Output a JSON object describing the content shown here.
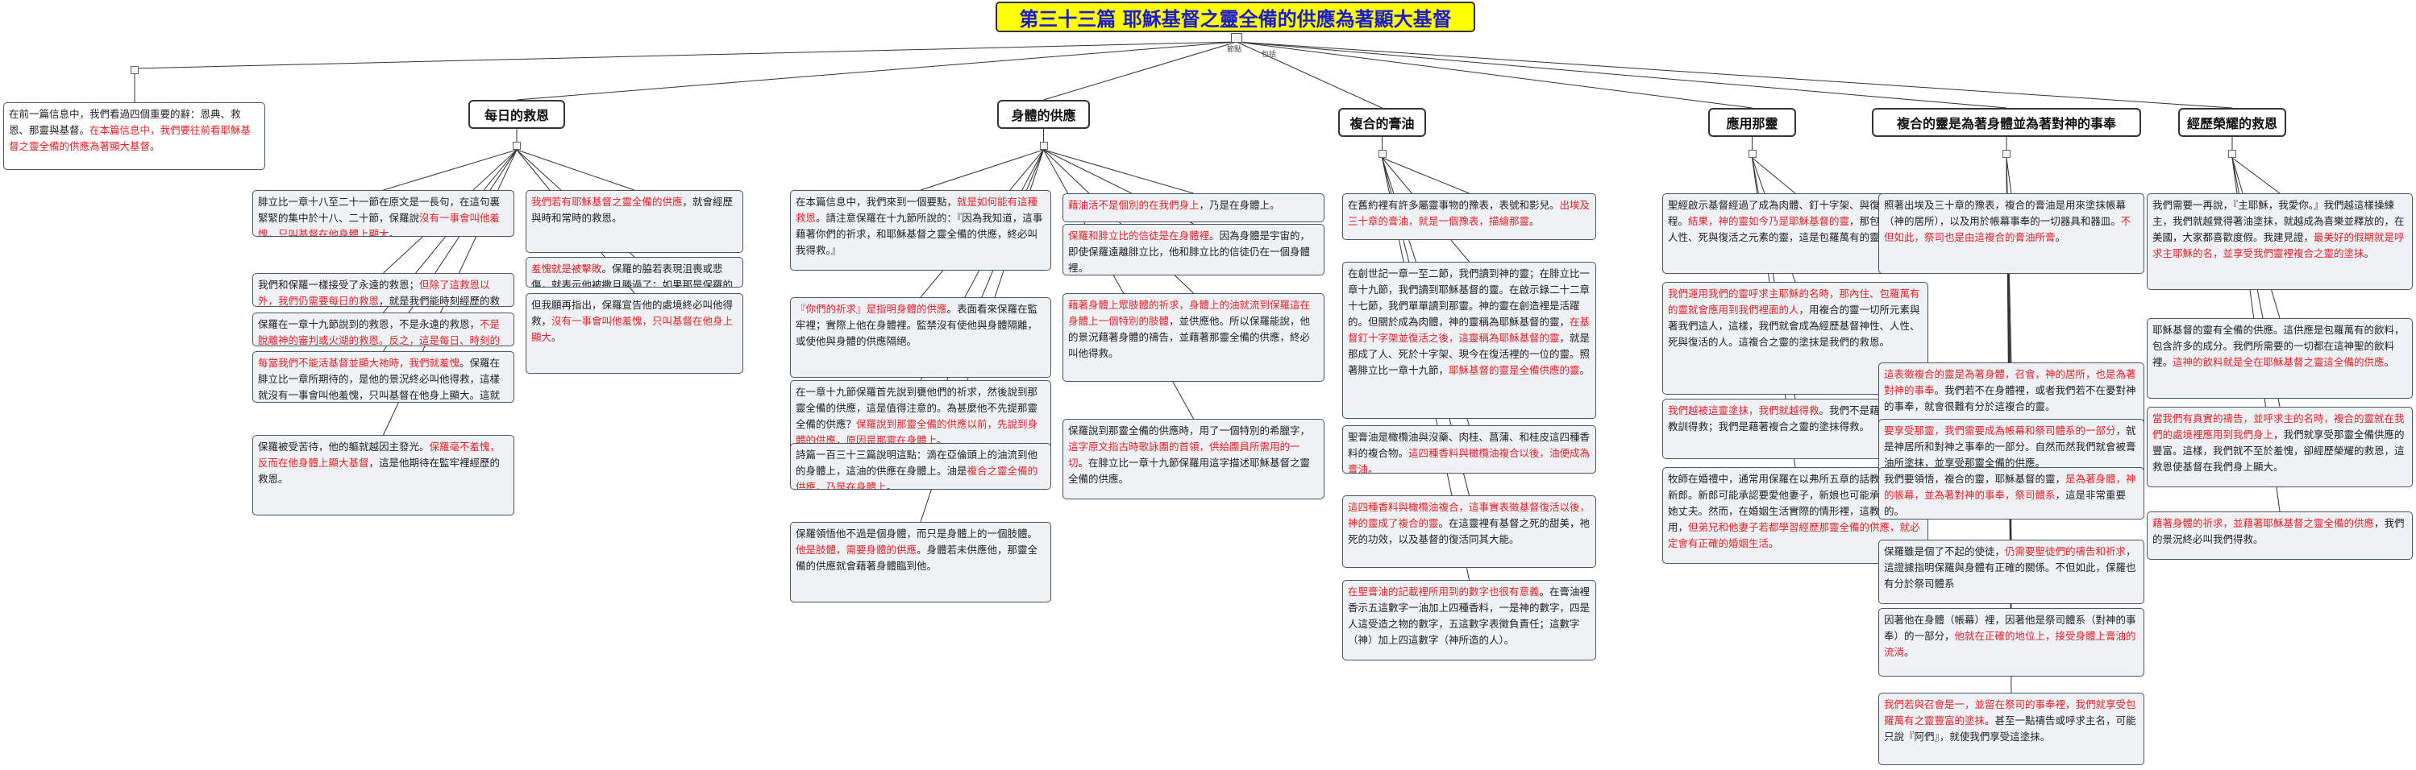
{
  "title": "第三十三篇 耶穌基督之靈全備的供應為著顯大基督",
  "hub_label": "節點",
  "hub_label_2": "包括",
  "colors": {
    "root_fill": "#ffff00",
    "root_text": "#1b1bd0",
    "highlight": "#e0232a",
    "node_fill": "#eef2f5"
  },
  "intro": {
    "segments": [
      {
        "t": "在前一篇信息中，我們看過四個重要的辭：恩典、救恩、那靈與基督。"
      },
      {
        "t": "在本篇信息中，我們要往前看耶穌基督之靈全備的供應為著顯大基督",
        "c": "red"
      },
      {
        "t": "。"
      }
    ]
  },
  "topics": [
    {
      "label": "每日的救恩",
      "notes": [
        [
          {
            "t": "腓立比一章十八至二十一節在原文是一長句，在這句裏緊緊的集中於十八、二十節，保羅說"
          },
          {
            "t": "沒有一事會叫他羞愧，只叫基督在他身體上顯大",
            "c": "red"
          },
          {
            "t": "。"
          }
        ],
        [
          {
            "t": "我們和保羅一樣接受了永遠的救恩；"
          },
          {
            "t": "但除了這救恩以外，我們仍需要每日的救恩",
            "c": "red"
          },
          {
            "t": "，就是我們能時刻經歷的救恩。"
          }
        ],
        [
          {
            "t": "保羅在一章十九節說到的救恩，不是永遠的救恩，"
          },
          {
            "t": "不是脫離神的審判或火湖的救恩。反之，這是每日、時刻的救恩",
            "c": "red"
          },
          {
            "t": "，能時刻經歷的救恩。"
          }
        ],
        [
          {
            "t": "每當我們不能活基督並顯大祂時，我們就羞愧",
            "c": "red"
          },
          {
            "t": "。保羅在腓立比一章所期待的，是他的景況終必叫他得救，這樣就沒有一事會叫他羞愧，只叫基督在他身上顯大。這就是保羅的救恩。"
          }
        ],
        [
          {
            "t": "保羅被受苦待，他的軀就越因主發光。"
          },
          {
            "t": "保羅毫不羞愧，反而在他身體上顯大基督",
            "c": "red"
          },
          {
            "t": "，這是他期待在監牢裡經歷的救恩。"
          }
        ],
        [
          {
            "t": "我們若有耶穌基督之靈全備的供應",
            "c": "red"
          },
          {
            "t": "，就會經歷與時和常時的救恩。"
          }
        ],
        [
          {
            "t": "羞愧就是被擊敗",
            "c": "red"
          },
          {
            "t": "。保羅的脇若表現沮喪或悲傷，就表示他被撒旦勝過了；如果那是保羅的光景，他就會羞愧。"
          }
        ],
        [
          {
            "t": "但我願再指出，保羅宣告他的處境終必叫他得救，"
          },
          {
            "t": "沒有一事會叫他羞愧，只叫基督在他身上顯大",
            "c": "red"
          },
          {
            "t": "。"
          }
        ]
      ]
    },
    {
      "label": "身體的供應",
      "notes": [
        [
          {
            "t": "在本篇信息中，我們來到一個要點，"
          },
          {
            "t": "就是如何能有這種救恩",
            "c": "red"
          },
          {
            "t": "。請注意保羅在十九節所說的：『因為我知道，這事藉著你們的祈求，和耶穌基督之靈全備的供應，終必叫我得救。』"
          }
        ],
        [
          {
            "t": "『你們的祈求』是指明身體的供應",
            "c": "red"
          },
          {
            "t": "。表面看來保羅在監牢裡；實際上他在身體裡。監禁沒有使他與身體隔離，或使他與身體的供應隔絕。"
          }
        ],
        [
          {
            "t": "在一章十九節保羅首先說到甕他們的祈求，然後說到那靈全備的供應，這是值得注意的。為甚麼他不先提那靈全備的供應？"
          },
          {
            "t": "保羅說到那靈全備的供應以前，先說到身體的供應，原因是那靈在身體上",
            "c": "red"
          },
          {
            "t": "。"
          }
        ],
        [
          {
            "t": "詩篇一百三十三篇說明這點：滴在亞倫頭上的油流到他的身體上，這油的供應在身體上。油是"
          },
          {
            "t": "複合之靈全備的供應，乃是在身體上",
            "c": "red"
          },
          {
            "t": "。"
          }
        ],
        [
          {
            "t": "保羅領悟他不過是個身體，而只是身體上的一個肢體。"
          },
          {
            "t": "他是肢體，需要身體的供應",
            "c": "red"
          },
          {
            "t": "。身體若未供應他，那靈全備的供應就會藉著身體臨到他。"
          }
        ],
        [
          {
            "t": "藉油活不是個別的在我們身上",
            "c": "red"
          },
          {
            "t": "，乃是在身體上。"
          }
        ],
        [
          {
            "t": "保羅和腓立比的信徒是在身體裡",
            "c": "red"
          },
          {
            "t": "。因為身體是宇宙的，即使保羅遠離腓立比，他和腓立比的信徒仍在一個身體裡。"
          }
        ],
        [
          {
            "t": "藉著身體上眾肢體的祈求，身體上的油就流到保羅這在身體上一個特別的肢體",
            "c": "red"
          },
          {
            "t": "，並供應他。所以保羅能說，他的景況藉著身體的禱告，並藉著那靈全備的供應，終必叫他得救。"
          }
        ],
        [
          {
            "t": "保羅說到那靈全備的供應時，用了一個特別的希臘字，"
          },
          {
            "t": "這字原文指古時歌詠團的首領，供給團員所需用的一切",
            "c": "red"
          },
          {
            "t": "。在腓立比一章十九節保羅用這字描述耶穌基督之靈全備的供應。"
          }
        ]
      ]
    },
    {
      "label": "複合的膏油",
      "notes": [
        [
          {
            "t": "在舊約裡有許多屬靈事物的豫表，表號和影兒。"
          },
          {
            "t": "出埃及三十章的膏油，就是一個豫表，描繪那靈",
            "c": "red"
          },
          {
            "t": "。"
          }
        ],
        [
          {
            "t": "在創世記一章一至二節，我們讀到神的靈；在腓立比一章十九節，我們讀到耶穌基督的靈。在啟示錄二十二章十七節，我們單單讀到那靈。神的靈在創造裡是活躍的。但關於成為肉體，神的靈稱為耶穌基督的靈，"
          },
          {
            "t": "在基督釘十字架並復活之後，這靈稱為耶穌基督的靈",
            "c": "red"
          },
          {
            "t": "，就是那成了人、死於十字架、現今在復活裡的一位的靈。照著腓立比一章十九節，"
          },
          {
            "t": "耶穌基督的靈是全備供應的靈",
            "c": "red"
          },
          {
            "t": "。"
          }
        ],
        [
          {
            "t": "聖膏油是橄欖油與沒藥、肉桂、菖蒲、和桂皮這四種香料的複合物。"
          },
          {
            "t": "這四種香料與橄欖油複合以後，油便成為膏油",
            "c": "red"
          },
          {
            "t": "。"
          }
        ],
        [
          {
            "t": "這四種香料與橄欖油複合，這事實表徵基督復活以後，神的靈成了複合的靈",
            "c": "red"
          },
          {
            "t": "。在這靈裡有基督之死的甜美，祂死的功效，以及基督的復活同其大能。"
          }
        ],
        [
          {
            "t": "在聖膏油的記載裡所用到的數字也很有意義",
            "c": "red"
          },
          {
            "t": "。在膏油裡香示五這數字一油加上四種香料，一是神的數字，四是人這受造之物的數字，五這數字表徵負責任；這數字（神）加上四這數字（神所造的人）。"
          }
        ]
      ]
    },
    {
      "label": "應用那靈",
      "notes": [
        [
          {
            "t": "聖經啟示基督經過了成為肉體、釘十字架、與復活的過程。"
          },
          {
            "t": "結果，神的靈如今乃是耶穌基督的靈",
            "c": "red"
          },
          {
            "t": "，那包括神性、人性、死與復活之元素的靈，這是包羅萬有的靈。"
          }
        ],
        [
          {
            "t": "我們運用我們的靈呼求主耶穌的名時，那內住、包羅萬有的靈就會應用到我們裡面的人",
            "c": "red"
          },
          {
            "t": "，用複合的靈一切所元素與著我們這人，這樣，我們就會成為經歷基督神性、人性、死與復活的人。這複合之靈的塗抹是我們的救恩。"
          }
        ],
        [
          {
            "t": "我們越被這靈塗抹，我們就越得救",
            "c": "red"
          },
          {
            "t": "。我們不是藉著這理或教訓得救；我們是藉著複合之靈的塗抹得救。"
          }
        ],
        [
          {
            "t": "牧師在婚禮中，通常用保羅在以弗所五章的話教導新婚和新郎。新郎可能承認要愛他妻子，新娘也可能承認要服從她丈夫。然而，在婚姻生活實際的情形裡，這教訓並不管用，"
          },
          {
            "t": "但弟兄和他妻子若都學習經歷那靈全備的供應，就必定會有正確的婚姻生活",
            "c": "red"
          },
          {
            "t": "。"
          }
        ]
      ]
    },
    {
      "label": "複合的靈是為著身體並為著對神的事奉",
      "notes": [
        [
          {
            "t": "照著出埃及三十章的豫表，複合的膏油是用來塗抹帳幕（神的居所），以及用於帳幕事奉的一切器具和器皿。"
          },
          {
            "t": "不但如此，祭司也是由這複合的膏油所膏",
            "c": "red"
          },
          {
            "t": "。"
          }
        ],
        [
          {
            "t": "這表徵複合的靈是為著身體，召會，神的居所，也是為著對神的事奉",
            "c": "red"
          },
          {
            "t": "。我們若不在身體裡，或者我們若不在憂對神的事奉，就會很難有分於這複合的靈。"
          }
        ],
        [
          {
            "t": "要享受那靈，我們需要成為帳幕和祭司體系的一部分",
            "c": "red"
          },
          {
            "t": "，就是神居所和對神之事奉的一部分。自然而然我們就會被膏油所塗抹，並享受那靈全備的供應。"
          }
        ],
        [
          {
            "t": "我們要領悟，複合的靈，耶穌基督的靈，"
          },
          {
            "t": "是為著身體，神的帳幕，並為著對神的事奉，祭司體系",
            "c": "red"
          },
          {
            "t": "，這是非常重要的。"
          }
        ],
        [
          {
            "t": "保羅雖是個了不起的使徒，"
          },
          {
            "t": "仍需要聖徒們的禱告和祈求",
            "c": "red"
          },
          {
            "t": "，這證據指明保羅與身體有正確的關係。不但如此，保羅也有分於祭司體系"
          }
        ],
        [
          {
            "t": "因著他在身體（帳幕）裡，因著他是祭司體系（對神的事奉）的一部分，"
          },
          {
            "t": "他就在正確的地位上，接受身體上膏油的流淌",
            "c": "red"
          },
          {
            "t": "。"
          }
        ],
        [
          {
            "t": "我們若與召會是一，並留在祭司的事奉裡，我們就享受包羅萬有之靈豐富的塗抹",
            "c": "red"
          },
          {
            "t": "。甚至一點禱告或呼求主名，可能只說『阿們』，就使我們享受這塗抹。"
          }
        ]
      ]
    },
    {
      "label": "經歷榮耀的救恩",
      "notes": [
        [
          {
            "t": "我們需要一再說，『主耶穌，我愛你。』我們越這樣操練主，我們就越覺得著油塗抹，就越成為喜樂並釋放的，在美國，大家都喜歡度假。我建見證，"
          },
          {
            "t": "最美好的假期就是呼求主耶穌的名，並享受我們靈裡複合之靈的塗抹",
            "c": "red"
          },
          {
            "t": "。"
          }
        ],
        [
          {
            "t": "耶穌基督的靈有全備的供應。這供應是包羅萬有的飲料，包含許多的成分。我們所需要的一切都在這神聖的飲料裡。"
          },
          {
            "t": "這神的飲料就是全在耶穌基督之靈這全備的供應",
            "c": "red"
          },
          {
            "t": "。"
          }
        ],
        [
          {
            "t": "當我們有真實的禱告，並呼求主的名時，複合的靈就在我們的處境裡應用到我們身上",
            "c": "red"
          },
          {
            "t": "，我們就享受那靈全備供應的豐富。這樣，我們就不至於羞愧，卻經歷榮耀的救恩，這救恩使基督在我們身上顯大。"
          }
        ],
        [
          {
            "t": "藉著身體的祈求，並藉著耶穌基督之靈全備的供應",
            "c": "red"
          },
          {
            "t": "，我們的景況終必叫我們得救。"
          }
        ]
      ]
    }
  ]
}
